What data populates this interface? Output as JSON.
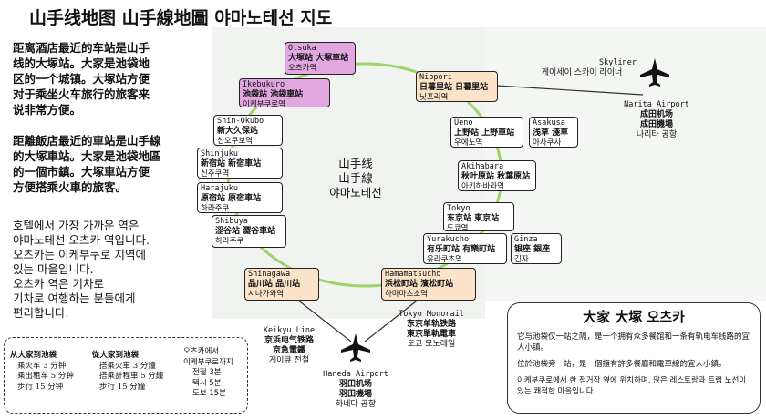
{
  "title": "山手线地图 山手線地圖 야마노테선 지도",
  "left_text": {
    "simplified": [
      "距离酒店最近的车站是山手",
      "线的大塚站。大家是池袋地",
      "区的一个城镇。大塚站方便",
      "对于乘坐火车旅行的旅客来",
      "说非常方便。"
    ],
    "traditional": [
      "距離飯店最近的車站是山手線",
      "的大塚車站。大家是池袋地區",
      "的一個市鎮。大塚車站方便",
      "方便搭乘火車的旅客。"
    ],
    "korean": [
      "호텔에서 가장 가까운 역은",
      "야마노테선 오츠카 역입니다.",
      "오츠카는 이케부쿠로 지역에",
      "있는 마을입니다.",
      "오츠카 역은 기차로",
      "기차로 여행하는 분들에게",
      "편리합니다."
    ]
  },
  "center_label": {
    "cn1": "山手线",
    "cn2": "山手線",
    "ko": "야마노테선"
  },
  "stations": {
    "otsuka": {
      "en": "Otsuka",
      "cn": "大塚站  大塚車站",
      "ko": "오츠카역"
    },
    "ikebukuro": {
      "en": "Ikebukuro",
      "cn": "池袋站  池袋車站",
      "ko": "이케부쿠로역"
    },
    "shinokubo": {
      "en": "Shin-Okubo",
      "cn": "新大久保站",
      "ko": "신오쿠보역"
    },
    "shinjuku": {
      "en": "Shinjuku",
      "cn": "新宿站    新宿車站",
      "ko": "신주쿠역"
    },
    "harajuku": {
      "en": "Harajuku",
      "cn": "原宿站    原宿車站",
      "ko": "하라주쿠"
    },
    "shibuya": {
      "en": "Shibuya",
      "cn": "涩谷站  澀谷車站",
      "ko": "하라주쿠"
    },
    "shinagawa": {
      "en": "Shinagawa",
      "cn": "品川站    品川站",
      "ko": "시나가와역"
    },
    "hamamatsucho": {
      "en": "Hamamatsucho",
      "cn": "浜松町站  濱松町站",
      "ko": "하마마츠초역"
    },
    "yurakucho": {
      "en": "Yurakucho",
      "cn": "有乐町站    有樂町站",
      "ko": "유라쿠초역"
    },
    "ginza": {
      "en": "Ginza",
      "cn": "银座    銀座",
      "ko": "긴자"
    },
    "tokyo": {
      "en": "Tokyo",
      "cn": "东京站    東京站",
      "ko": "도쿄역"
    },
    "akihabara": {
      "en": "Akihabara",
      "cn": "秋叶原站    秋葉原站",
      "ko": "아키하바라역"
    },
    "ueno": {
      "en": "Ueno",
      "cn": "上野站    上野車站",
      "ko": "우에노역"
    },
    "asakusa": {
      "en": "Asakusa",
      "cn": "浅草    淺草",
      "ko": "아사쿠사"
    },
    "nippori": {
      "en": "Nippori",
      "cn": "日暮里站    日暮里站",
      "ko": "닛포리역"
    }
  },
  "skyliner": {
    "en": "Skyliner",
    "ko": "게이세이 스카이 라이너"
  },
  "narita": {
    "en": "Narita Airport",
    "cn1": "成田机场",
    "cn2": "成田機場",
    "ko": "나리타 공항"
  },
  "haneda": {
    "en": "Haneda Airport",
    "cn1": "羽田机场",
    "cn2": "羽田機場",
    "ko": "하네다 공항"
  },
  "keikyu": {
    "en": "Keikyu Line",
    "cn1": "京浜电气铁路",
    "cn2": "京急電鐵",
    "ko": "게이큐 전철"
  },
  "monorail": {
    "en": "Tokyo Monorail",
    "cn1": "东京单轨铁路",
    "cn2": "東京單軌電車",
    "ko": "도쿄 모노레일"
  },
  "access": {
    "simplified": [
      "从大家到池袋",
      "乘火车 3 分钟",
      "乘出租车 5 分钟",
      "步行 15 分钟"
    ],
    "traditional": [
      "從大家到池袋",
      "搭乘火車 3 分鐘",
      "搭乘計程車 5 分鐘",
      "步行 15 分鐘"
    ],
    "korean": [
      "오츠카에서",
      "이케부쿠로까지",
      "전철 3분",
      "택시 5분",
      "도보 15분"
    ]
  },
  "infobox": {
    "head": "大家 大塚 오츠카",
    "p1": "它与池袋仅一站之隔，是一个拥有众多餐馆和一条有轨电车线路的宜人小镇。",
    "p2": "位於池袋旁一站，是一個擁有許多餐廳和電車線的宜人小鎮。",
    "p3": "이케부쿠로에서 한 정거장 옆에 위치하며, 많은 레스토랑과 트램 노선이 있는 쾌적한 마을입니다."
  },
  "colors": {
    "line": "#9ed26a",
    "pink": "#e2a6e0",
    "peach": "#fbe3c9"
  }
}
